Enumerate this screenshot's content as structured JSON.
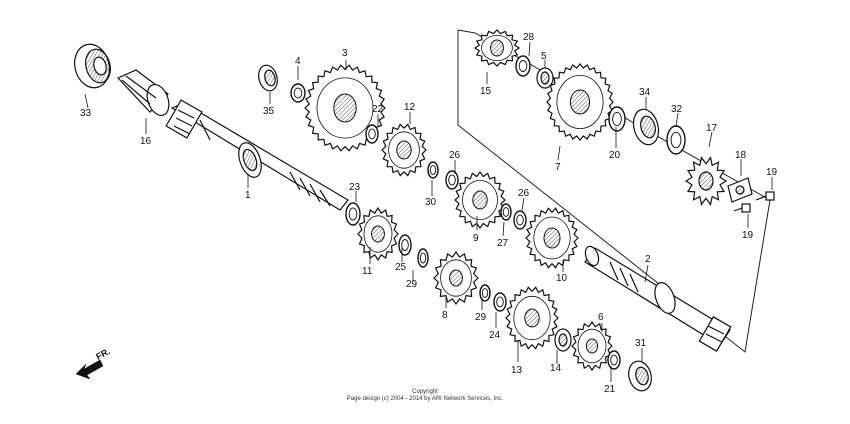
{
  "part_labels": {
    "p1": "1",
    "p2": "2",
    "p3": "3",
    "p4": "4",
    "p5": "5",
    "p6": "6",
    "p7": "7",
    "p8": "8",
    "p9": "9",
    "p10": "10",
    "p11": "11",
    "p12": "12",
    "p13": "13",
    "p14": "14",
    "p15": "15",
    "p16": "16",
    "p17": "17",
    "p18": "18",
    "p19a": "19",
    "p19b": "19",
    "p20": "20",
    "p21": "21",
    "p22": "22",
    "p23": "23",
    "p24": "24",
    "p25": "25",
    "p26a": "26",
    "p26b": "26",
    "p27": "27",
    "p28": "28",
    "p29a": "29",
    "p29b": "29",
    "p30": "30",
    "p31": "31",
    "p32": "32",
    "p33": "33",
    "p34": "34",
    "p35": "35"
  },
  "direction_label": "FR.",
  "copyright": {
    "line1": "Copyright",
    "line2": "Page design (c) 2004 - 2014 by ARI Network Services, Inc."
  }
}
